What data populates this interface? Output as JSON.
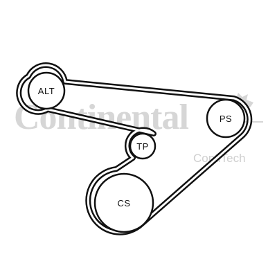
{
  "watermark": {
    "brand": "Continental",
    "sub_brand": "ContiTech",
    "color": "#d6d6d6"
  },
  "belt": {
    "color": "#111111"
  },
  "pulleys": {
    "alt": {
      "label": "ALT"
    },
    "ps": {
      "label": "PS"
    },
    "tp": {
      "label": "TP"
    },
    "cs": {
      "label": "CS"
    }
  }
}
